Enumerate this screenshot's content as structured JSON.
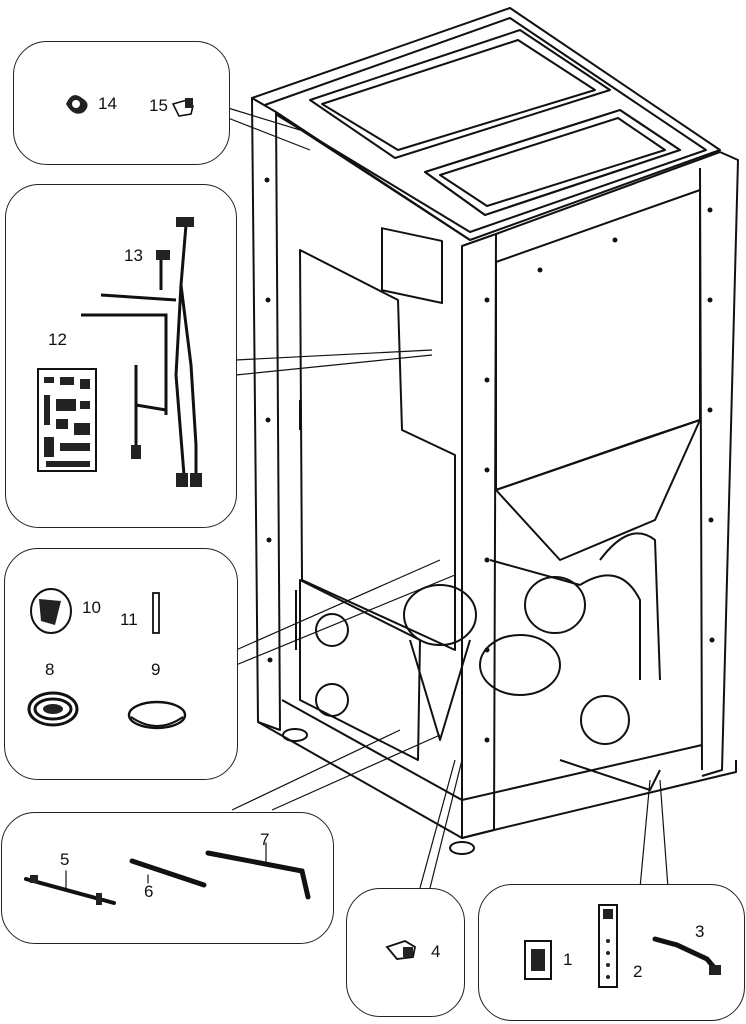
{
  "diagram": {
    "type": "exploded-parts-diagram",
    "colors": {
      "stroke": "#111111",
      "fill": "#ffffff",
      "shade": "#e8e8e8",
      "dark": "#222222"
    },
    "callouts": {
      "top_left": {
        "parts": [
          "14",
          "15"
        ]
      },
      "wiring": {
        "parts": [
          "13",
          "12"
        ]
      },
      "sensors": {
        "parts": [
          "10",
          "11",
          "8",
          "9"
        ]
      },
      "rods": {
        "parts": [
          "5",
          "6",
          "7"
        ]
      },
      "small": {
        "parts": [
          "4"
        ]
      },
      "bottom_right": {
        "parts": [
          "1",
          "2",
          "3"
        ]
      }
    },
    "labels": {
      "p1": "1",
      "p2": "2",
      "p3": "3",
      "p4": "4",
      "p5": "5",
      "p6": "6",
      "p7": "7",
      "p8": "8",
      "p9": "9",
      "p10": "10",
      "p11": "11",
      "p12": "12",
      "p13": "13",
      "p14": "14",
      "p15": "15"
    }
  }
}
